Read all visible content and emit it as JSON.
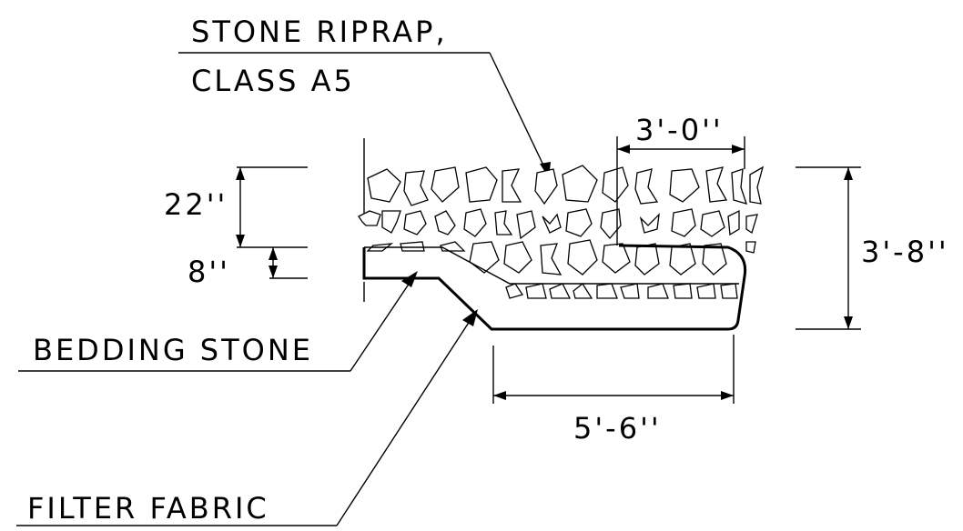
{
  "labels": {
    "riprap_line1": "STONE RIPRAP,",
    "riprap_line2": "CLASS A5",
    "bedding": "BEDDING STONE",
    "fabric": "FILTER FABRIC"
  },
  "dimensions": {
    "riprap_thickness": "22''",
    "bedding_thickness": "8''",
    "top_width": "3'-0''",
    "total_depth": "3'-8''",
    "toe_width": "5'-6''"
  }
}
